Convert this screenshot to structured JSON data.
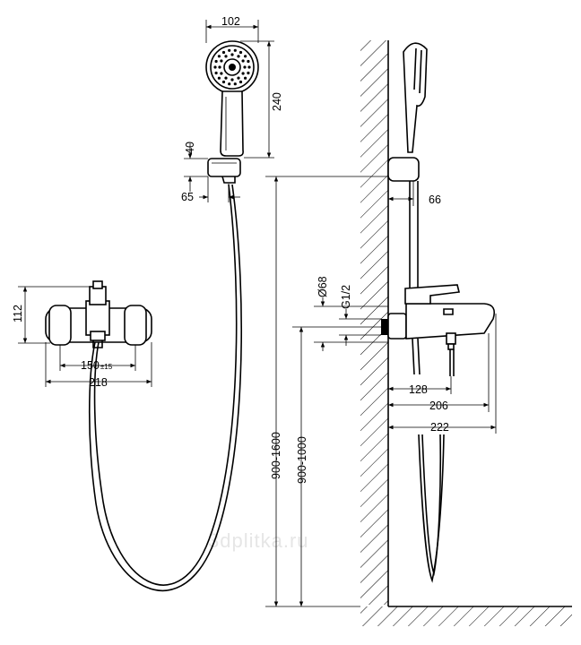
{
  "dimensions": {
    "head_width": "102",
    "head_height": "240",
    "holder_height": "40",
    "holder_offset": "65",
    "mixer_height": "112",
    "mixer_spacing": "150",
    "mixer_spacing_tol": "±15",
    "mixer_width": "218",
    "wall_to_rail": "66",
    "flange_diameter": "Ø68",
    "thread": "G1/2",
    "rail_range": "900-1600",
    "mixer_height_range": "900-1000",
    "depth_1": "128",
    "depth_2": "206",
    "depth_3": "222"
  },
  "watermark": "3dplitka.ru"
}
